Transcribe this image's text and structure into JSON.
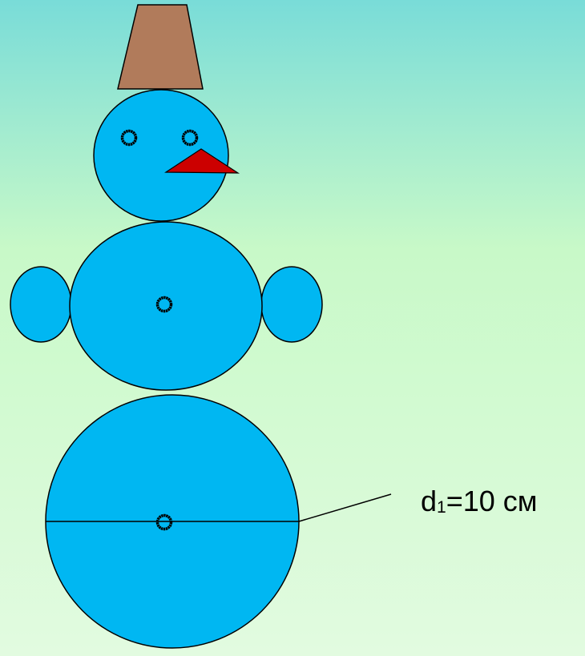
{
  "colors": {
    "background_top": "#79dcd8",
    "background_mid": "#c8f9c8",
    "background_bottom": "#e2fbe0",
    "snowman_fill": "#00b7f2",
    "hat_fill": "#b17b5b",
    "nose_fill": "#cc0000",
    "outline": "#000000"
  },
  "label": {
    "variable": "d",
    "subscript": "1",
    "value": "=10 см"
  }
}
